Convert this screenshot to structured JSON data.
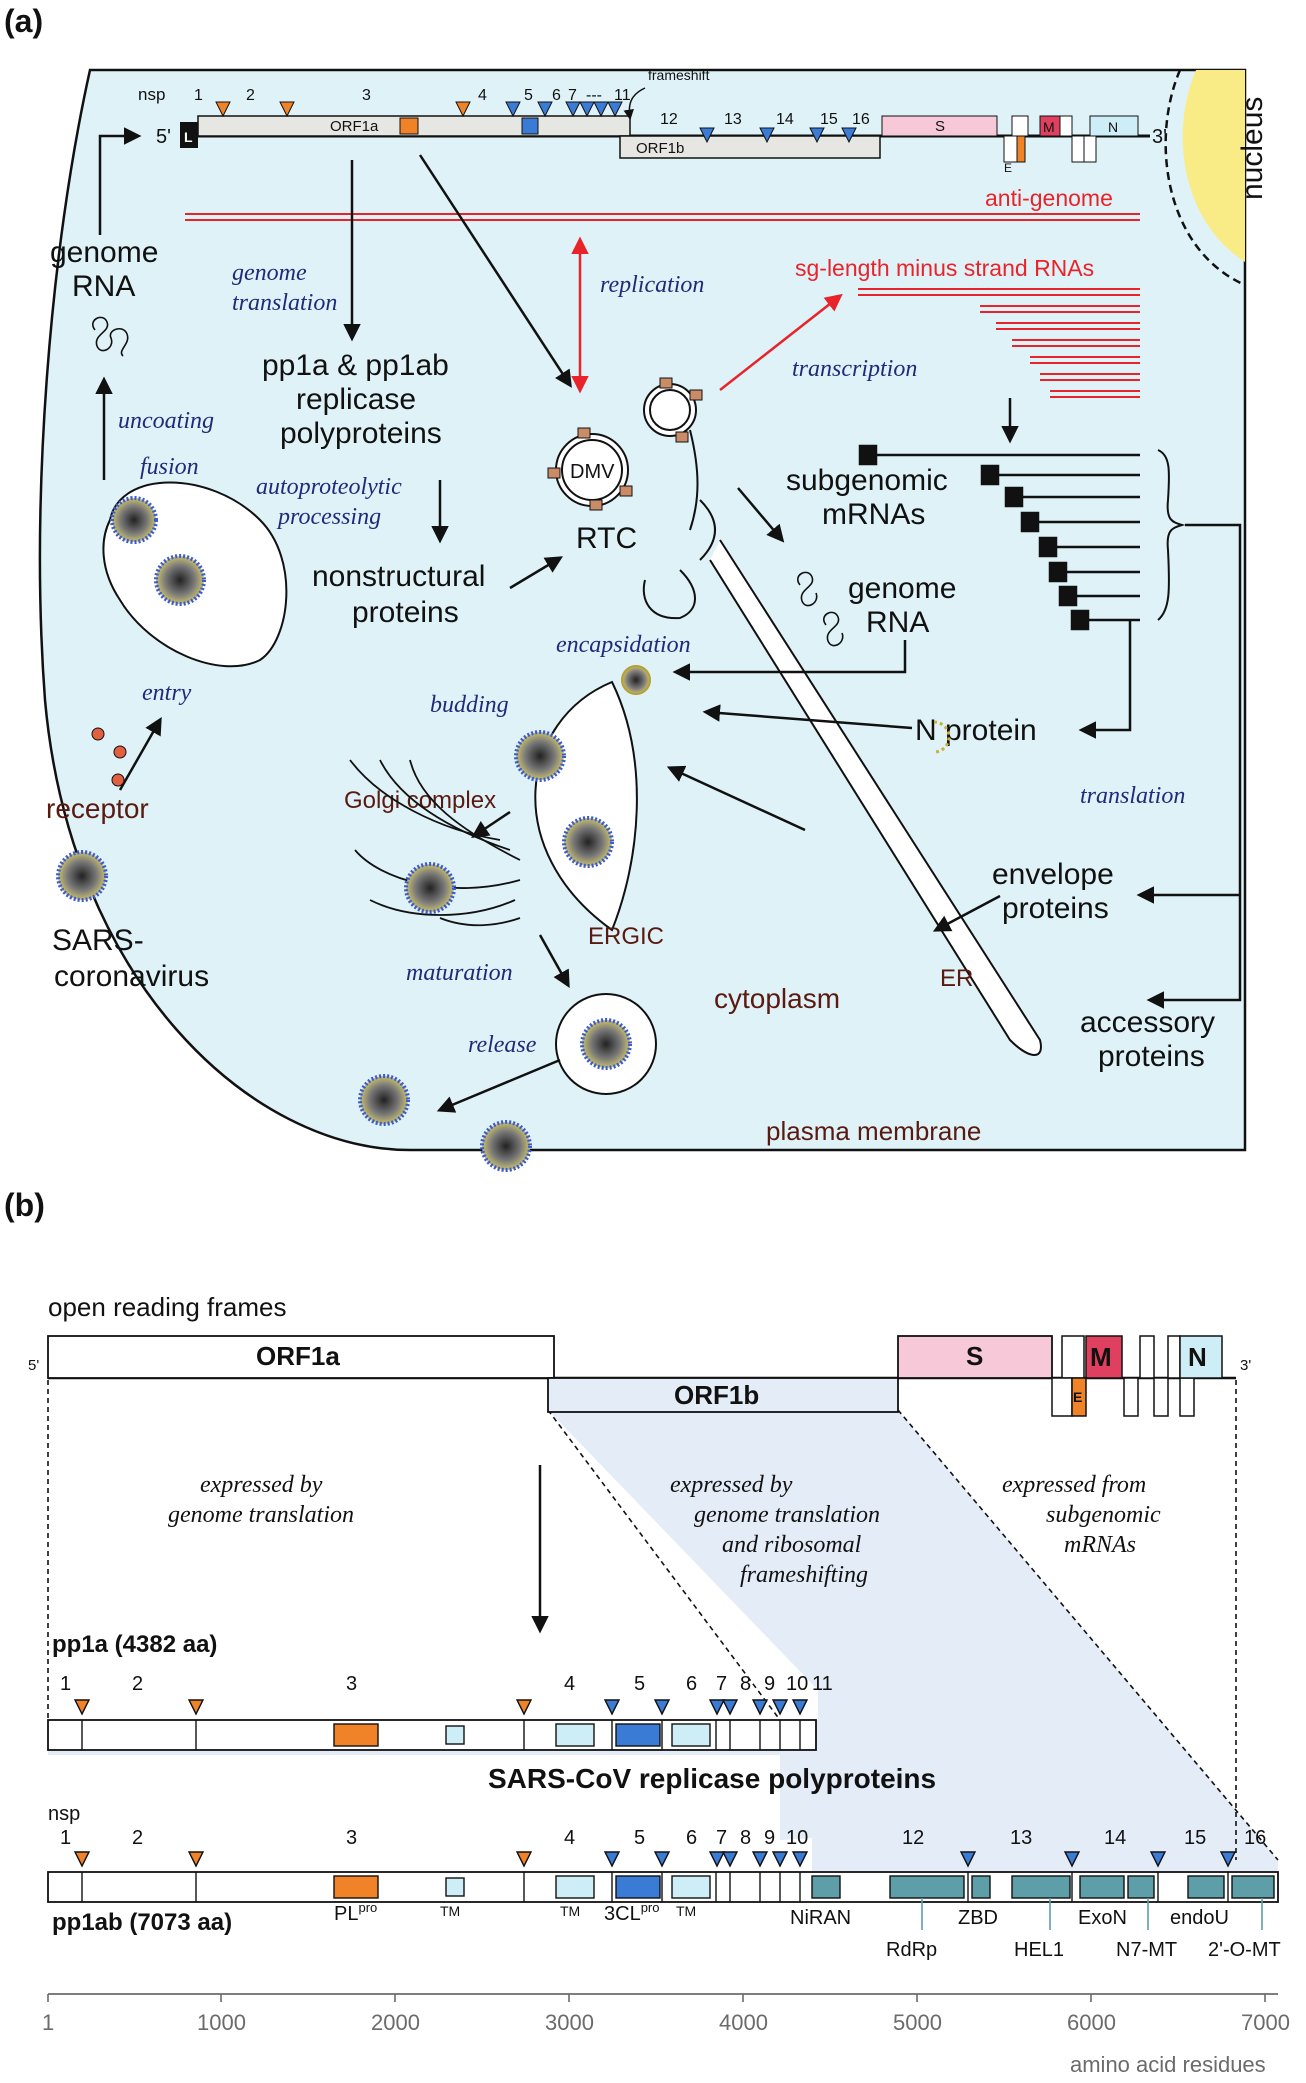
{
  "panel_a": {
    "label": "(a)",
    "genome": {
      "nsp_label": "nsp",
      "nsp_numbers": [
        "1",
        "2",
        "3",
        "4",
        "5",
        "6",
        "7",
        "---",
        "11",
        "12",
        "13",
        "14",
        "15",
        "16"
      ],
      "five_prime": "5'",
      "three_prime": "3'",
      "leader": "L",
      "frameshift": "frameshift",
      "orf1a": "ORF1a",
      "orf1b": "ORF1b",
      "structural": {
        "S": "S",
        "M": "M",
        "E": "E",
        "N": "N"
      }
    },
    "nucleus": "nucleus",
    "anti_genome": "anti-genome",
    "sg_minus": "sg-length minus strand RNAs",
    "genome_rna_top": [
      "genome",
      "RNA"
    ],
    "genome_translation": [
      "genome",
      "translation"
    ],
    "replication": "replication",
    "transcription": "transcription",
    "pp1a_block": [
      "pp1a & pp1ab",
      "replicase",
      "polyproteins"
    ],
    "autoproteolytic": [
      "autoproteolytic",
      "processing"
    ],
    "nonstructural": [
      "nonstructural",
      "proteins"
    ],
    "dmv": "DMV",
    "rtc": "RTC",
    "subgenomic": [
      "subgenomic",
      "mRNAs"
    ],
    "genome_rna_mid": [
      "genome",
      "RNA"
    ],
    "encapsidation": "encapsidation",
    "n_protein": "N protein",
    "budding": "budding",
    "golgi": "Golgi complex",
    "ergic": "ERGIC",
    "translation": "translation",
    "envelope": [
      "envelope",
      "proteins"
    ],
    "accessory": [
      "accessory",
      "proteins"
    ],
    "er": "ER",
    "cytoplasm": "cytoplasm",
    "maturation": "maturation",
    "release": "release",
    "plasma_membrane": "plasma membrane",
    "uncoating": "uncoating",
    "fusion": "fusion",
    "entry": "entry",
    "receptor": "receptor",
    "sars": [
      "SARS-",
      "coronavirus"
    ]
  },
  "panel_b": {
    "label": "(b)",
    "orf_title": "open reading frames",
    "five_prime": "5'",
    "three_prime": "3'",
    "orf1a": "ORF1a",
    "orf1b": "ORF1b",
    "S": "S",
    "M": "M",
    "N": "N",
    "E": "E",
    "expr1": [
      "expressed by",
      "genome translation"
    ],
    "expr2": [
      "expressed by",
      "genome translation",
      "and ribosomal",
      "frameshifting"
    ],
    "expr3": [
      "expressed from",
      "subgenomic",
      "mRNAs"
    ],
    "pp1a": "pp1a (4382 aa)",
    "pp1ab": "pp1ab (7073 aa)",
    "replicase_title": "SARS-CoV replicase polyproteins",
    "nsp_label": "nsp",
    "pp1a_nsp": [
      "1",
      "2",
      "3",
      "4",
      "5",
      "6",
      "7",
      "8",
      "9",
      "10",
      "11"
    ],
    "pp1ab_nsp": [
      "1",
      "2",
      "3",
      "4",
      "5",
      "6",
      "7",
      "8",
      "9",
      "10",
      "12",
      "13",
      "14",
      "15",
      "16"
    ],
    "domains": {
      "plpro": "PL",
      "plpro_sup": "pro",
      "tm1": "TM",
      "tm2": "TM",
      "tm3": "TM",
      "cl3": "3CL",
      "cl3_sup": "pro",
      "niran": "NiRAN",
      "rdrp": "RdRp",
      "zbd": "ZBD",
      "hel1": "HEL1",
      "exon": "ExoN",
      "n7mt": "N7-MT",
      "endou": "endoU",
      "omt": "2'-O-MT"
    },
    "axis": {
      "ticks": [
        "1",
        "1000",
        "2000",
        "3000",
        "4000",
        "5000",
        "6000",
        "7000"
      ],
      "label": "amino acid residues"
    }
  },
  "colors": {
    "cell": "#dff2f8",
    "nucleus": "#f9ec86",
    "orange": "#f08228",
    "blue": "#3a7bd5",
    "pink": "#f6c8d8",
    "red_m": "#e04060",
    "cyan": "#cdeef7",
    "teal": "#5d9ea8",
    "shade": "#e4ecf8"
  }
}
